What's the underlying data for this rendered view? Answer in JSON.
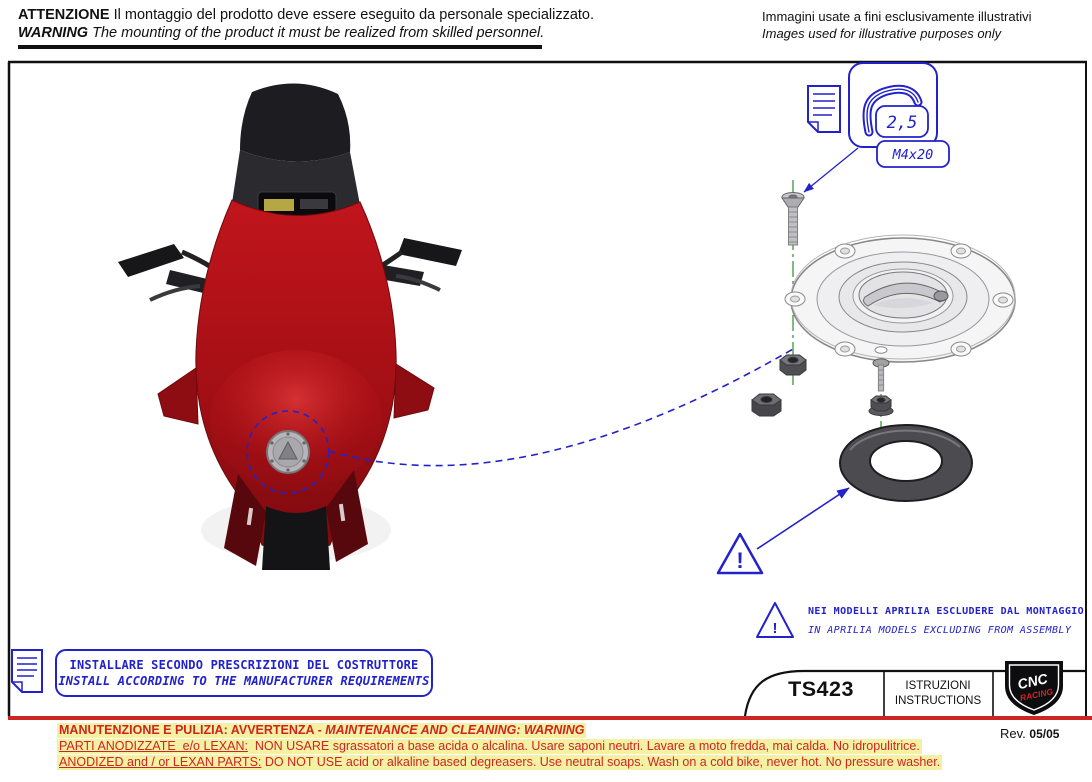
{
  "header": {
    "attenzione_label": "ATTENZIONE",
    "attenzione_text": "Il montaggio del prodotto deve essere eseguito da personale specializzato.",
    "warning_label": "WARNING",
    "warning_text": "The mounting of the product it must be realized from skilled personnel.",
    "disclaimer_it": "Immagini usate a fini esclusivamente illustrativi",
    "disclaimer_en": "Images used for illustrative purposes only"
  },
  "diagram": {
    "allen_key_size": "2,5",
    "screw_spec": "M4x20",
    "exclamation": "!"
  },
  "aprilia_note": {
    "line_it": "NEI MODELLI APRILIA ESCLUDERE DAL MONTAGGIO",
    "line_en": "IN APRILIA MODELS EXCLUDING FROM ASSEMBLY"
  },
  "install_note": {
    "line_it": "INSTALLARE SECONDO PRESCRIZIONI DEL COSTRUTTORE",
    "line_en": "INSTALL ACCORDING TO THE MANUFACTURER REQUIREMENTS"
  },
  "footer": {
    "product_code": "TS423",
    "label_it": "ISTRUZIONI",
    "label_en": "INSTRUCTIONS",
    "logo_line1": "CNC",
    "logo_line2": "RACING",
    "rev_label": "Rev.",
    "rev_value": "05/05"
  },
  "maintenance": {
    "title_it": "MANUTENZIONE E PULIZIA: AVVERTENZA - ",
    "title_en": "MAINTENANCE AND CLEANING: WARNING",
    "anodized_label_it": "PARTI ANODIZZATE  e/o LEXAN:",
    "anodized_text_it": "  NON USARE sgrassatori a base acida o alcalina. Usare saponi neutri. Lavare a moto fredda, mai calda. No idropulitrice.",
    "anodized_label_en": "ANODIZED and / or LEXAN PARTS:",
    "anodized_text_en": " DO NOT USE acid or alkaline based degreasers. Use neutral soaps. Wash on a cold bike, never hot. No pressure washer."
  },
  "colors": {
    "accent_blue": "#2222cc",
    "warning_red": "#ce2424",
    "centerline_green": "#2e8b2e",
    "highlight_yellow": "#f5f1a3"
  }
}
